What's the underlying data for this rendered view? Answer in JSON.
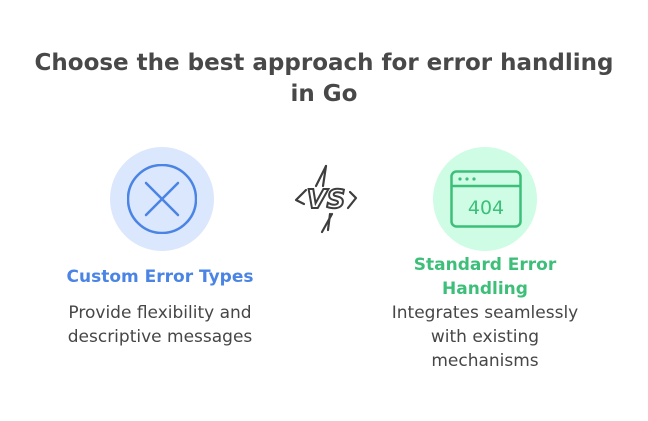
{
  "title": {
    "line1": "Choose the best approach for error handling",
    "line2": "in Go"
  },
  "vs_label": "VS",
  "options": [
    {
      "icon": "x-circle-icon",
      "heading": "Custom Error Types",
      "description_lines": [
        "Provide flexibility and",
        "descriptive messages"
      ],
      "accent": "#4a84e4",
      "bg": "#dbe7fc"
    },
    {
      "icon": "browser-404-icon",
      "icon_text": "404",
      "heading_lines": [
        "Standard Error",
        "Handling"
      ],
      "description_lines": [
        "Integrates seamlessly",
        "with existing",
        "mechanisms"
      ],
      "accent": "#3dbf79",
      "bg": "#cefce5"
    }
  ]
}
